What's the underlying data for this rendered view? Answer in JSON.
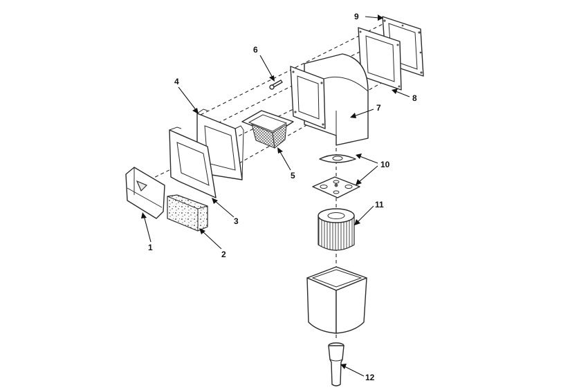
{
  "callouts": [
    {
      "id": "1",
      "text": "1"
    },
    {
      "id": "2",
      "text": "2"
    },
    {
      "id": "3",
      "text": "3"
    },
    {
      "id": "4",
      "text": "4"
    },
    {
      "id": "5",
      "text": "5"
    },
    {
      "id": "6",
      "text": "6"
    },
    {
      "id": "7",
      "text": "7"
    },
    {
      "id": "8",
      "text": "8"
    },
    {
      "id": "9",
      "text": "9"
    },
    {
      "id": "10",
      "text": "10"
    },
    {
      "id": "11",
      "text": "11"
    },
    {
      "id": "12",
      "text": "12"
    }
  ],
  "colors": {
    "line": "#2a2a2a",
    "background": "#ffffff"
  }
}
